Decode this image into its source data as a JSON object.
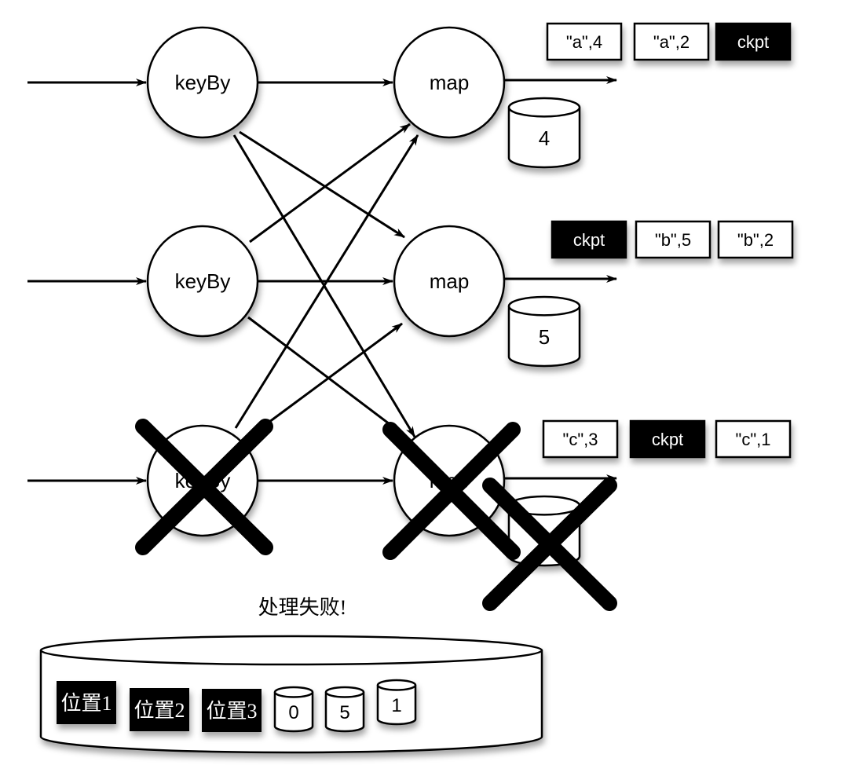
{
  "operators": {
    "keyby": [
      "keyBy",
      "keyBy",
      "keyBy"
    ],
    "map": [
      "map",
      "map",
      "map"
    ]
  },
  "state": [
    "4",
    "5",
    ""
  ],
  "streams": [
    [
      "\"a\",4",
      "\"a\",2",
      "ckpt"
    ],
    [
      "ckpt",
      "\"b\",5",
      "\"b\",2"
    ],
    [
      "\"c\",3",
      "ckpt",
      "\"c\",1"
    ]
  ],
  "failed": {
    "keyby_index": 2,
    "map_index": 2,
    "state_index": 2
  },
  "caption": "处理失败!",
  "storage": {
    "positions": [
      "位置1",
      "位置2",
      "位置3"
    ],
    "states": [
      "0",
      "5",
      "1"
    ]
  },
  "colors": {
    "stroke": "#000000",
    "fill": "#ffffff",
    "checkpoint": "#000000"
  }
}
